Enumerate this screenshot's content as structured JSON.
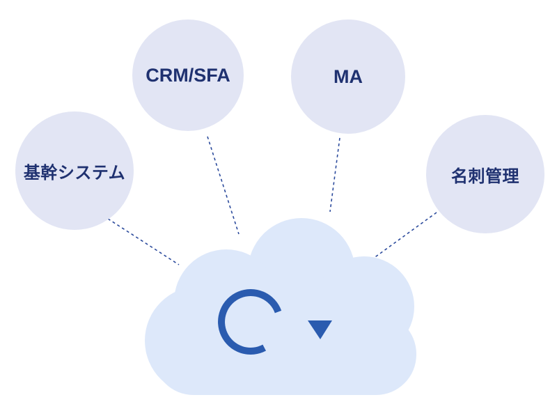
{
  "diagram": {
    "type": "hub-and-spoke",
    "nodes": [
      {
        "id": "core-system",
        "label": "基幹システム"
      },
      {
        "id": "crm-sfa",
        "label": "CRM/SFA"
      },
      {
        "id": "ma",
        "label": "MA"
      },
      {
        "id": "business-card-management",
        "label": "名刺管理"
      }
    ],
    "hub": {
      "shape": "cloud",
      "icon": "sync-clockwise-arrow-icon"
    },
    "connectors": [
      {
        "from": "core-system",
        "to": "cloud-hub",
        "style": "dashed"
      },
      {
        "from": "crm-sfa",
        "to": "cloud-hub",
        "style": "dashed"
      },
      {
        "from": "ma",
        "to": "cloud-hub",
        "style": "dashed"
      },
      {
        "from": "business-card-management",
        "to": "cloud-hub",
        "style": "dashed"
      }
    ],
    "colors": {
      "background": "#FFFFFF",
      "node_fill": "#E2E5F4",
      "node_text": "#1F3170",
      "cloud_fill": "#DDE8FA",
      "sync_arrow": "#2A5BAF",
      "connector_line": "#2B4A9C"
    }
  }
}
